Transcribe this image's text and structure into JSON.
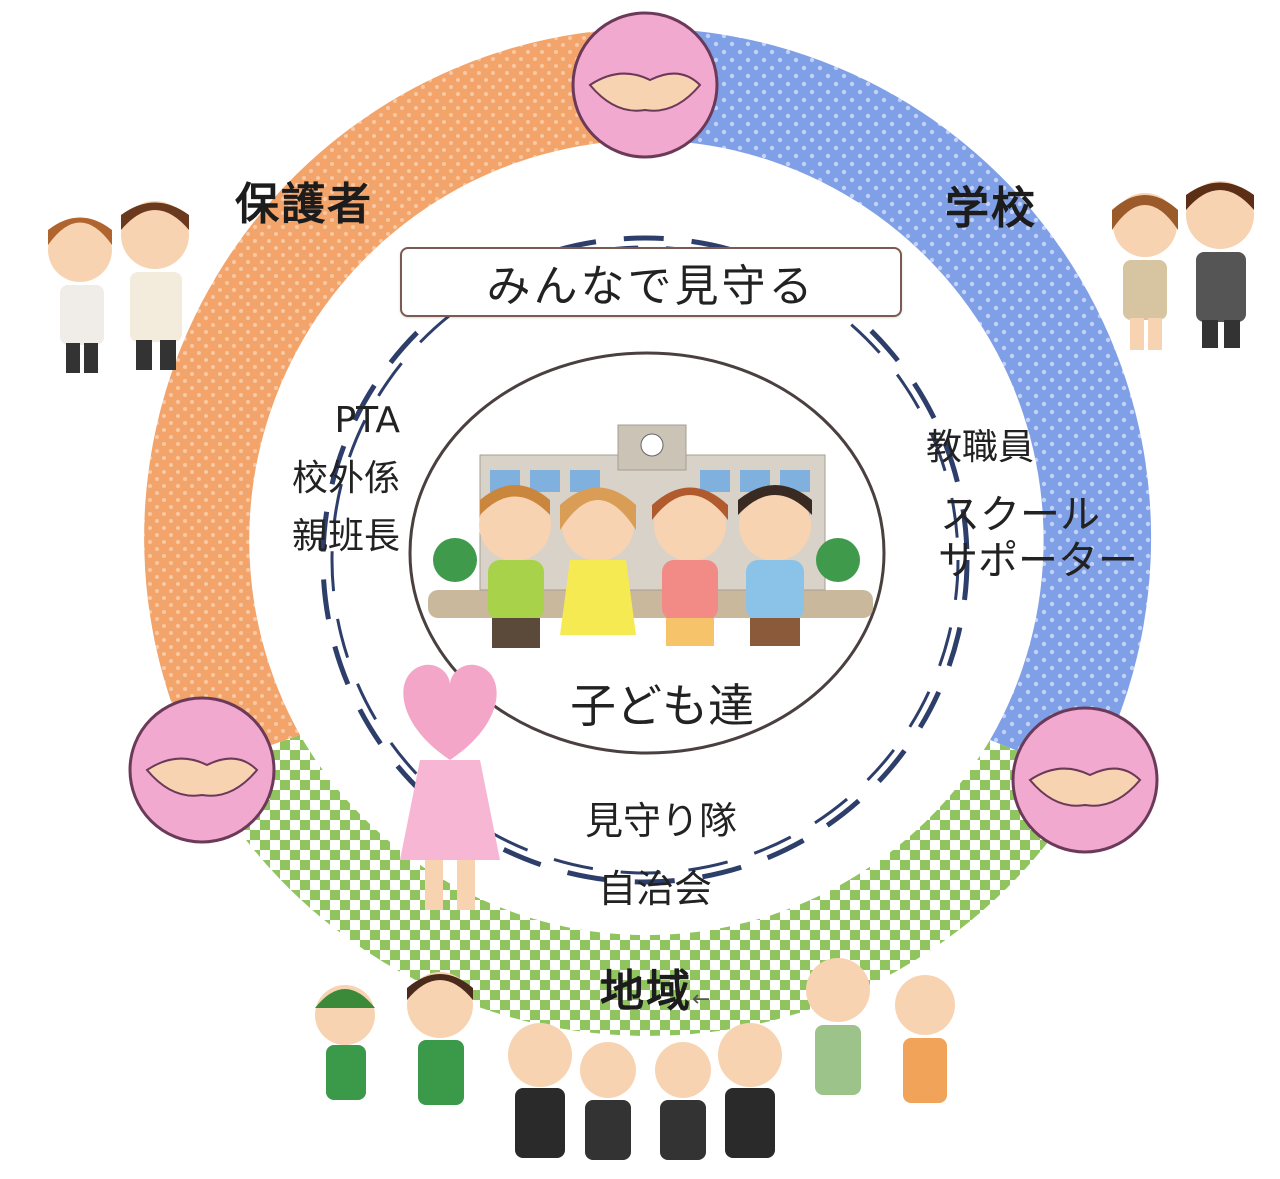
{
  "title": "みんなで見守る",
  "center_label": "子ども達",
  "sectors": {
    "parents": {
      "label": "保護者",
      "color": "#f3a46a",
      "roles": [
        "PTA",
        "校外係",
        "親班長"
      ]
    },
    "school": {
      "label": "学校",
      "color": "#7f9fe6",
      "roles": [
        "教職員",
        "スクール",
        "サポーター"
      ]
    },
    "community": {
      "label": "地域",
      "color": "#9bcc6c",
      "roles": [
        "見守り隊",
        "自治会"
      ]
    }
  },
  "community_suffix": "←",
  "icons": [
    "handshake-icon",
    "school-building-icon",
    "heart-mascot-icon"
  ],
  "colors": {
    "handshake_bg": "#f1a9cf",
    "ring_inner": "#ffffff",
    "dash": "#2d3e6b"
  }
}
